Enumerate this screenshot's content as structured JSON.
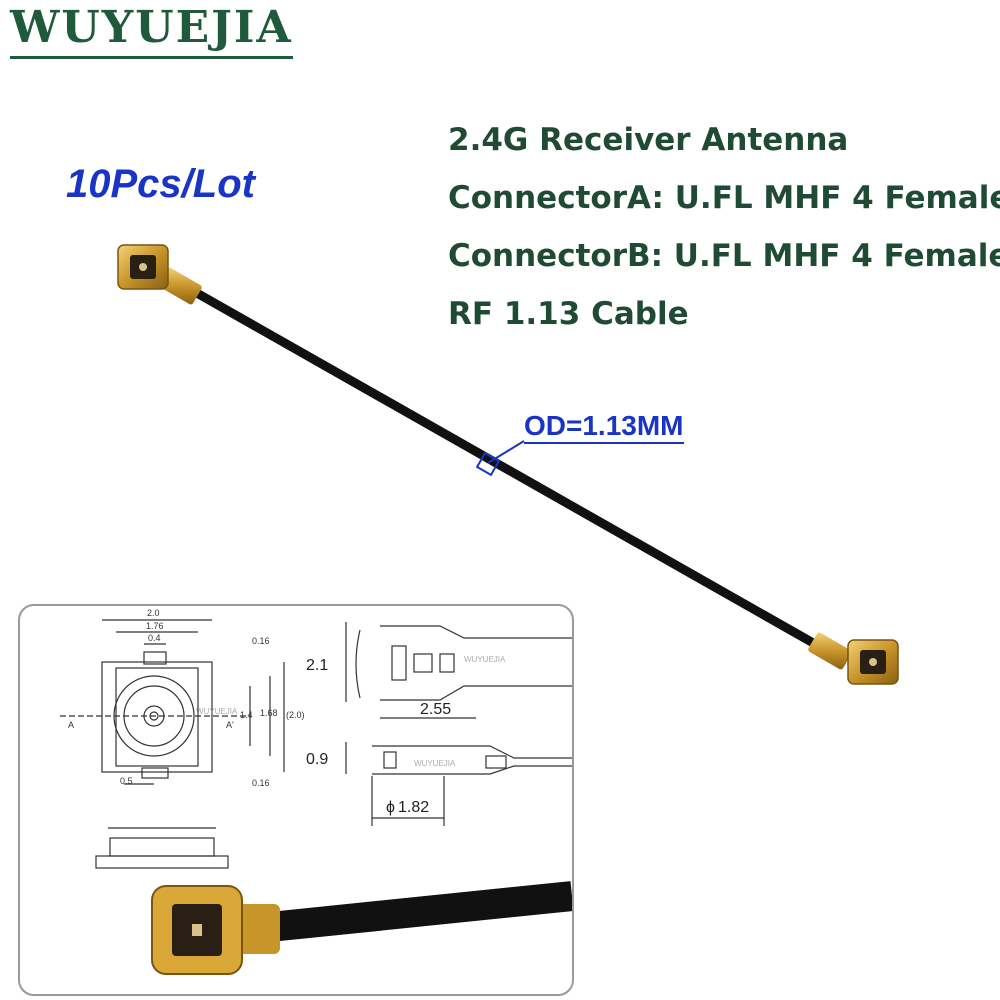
{
  "brand": {
    "name": "WUYUEJIA"
  },
  "lot": {
    "label": "10Pcs/Lot"
  },
  "specs": [
    "2.4G Receiver Antenna",
    "ConnectorA: U.FL MHF 4 Female",
    "ConnectorB: U.FL MHF 4 Female",
    "RF 1.13 Cable"
  ],
  "od_label": "OD=1.13MM",
  "drawing": {
    "top_view_dims": {
      "width": "2.0",
      "inner_width": "1.76",
      "pin": "0.4",
      "top_gap": "0.16",
      "height": "1.68",
      "height_total": "(2.0)",
      "mid": "1.4",
      "bottom_gap": "0.16",
      "tab": "0.5",
      "section_left": "A",
      "section_right": "A'"
    },
    "side_view_dims": {
      "height": "2.1",
      "length": "2.55",
      "thickness": "0.9",
      "diameter": "1.82",
      "diameter_symbol": "ϕ"
    },
    "watermark": "WUYUEJIA"
  },
  "colors": {
    "brand": "#1f5a3c",
    "accent_blue": "#1a34c4",
    "spec_text": "#1f4a33",
    "cable": "#111111",
    "gold": "#c8952a"
  }
}
